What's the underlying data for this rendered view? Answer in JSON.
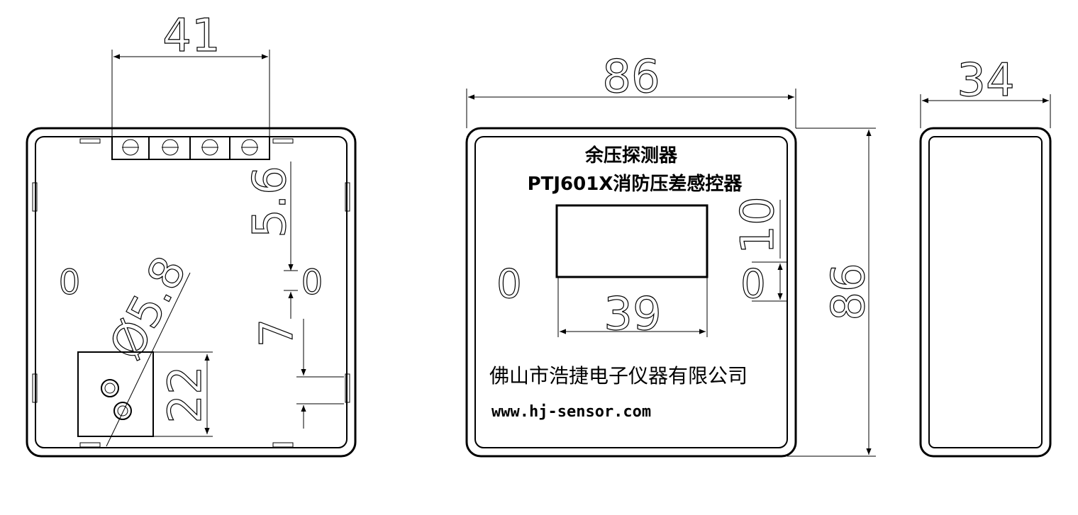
{
  "dimensions": {
    "back_width": "41",
    "front_width": "86",
    "side_width": "34",
    "front_height": "86",
    "window_width": "39",
    "window_offset": "10",
    "hole_spacing_top": "5.6",
    "hole_spacing_bottom": "7",
    "port_diameter": "Ø5.8",
    "port_spacing": "22"
  },
  "front_label": {
    "line1": "余压探测器",
    "line2": "PTJ601X消防压差感控器",
    "company": "佛山市浩捷电子仪器有限公司",
    "website": "www.hj-sensor.com"
  },
  "hole_marks": {
    "back_left": "0",
    "back_right": "0",
    "front_left": "0",
    "front_right": "0"
  }
}
